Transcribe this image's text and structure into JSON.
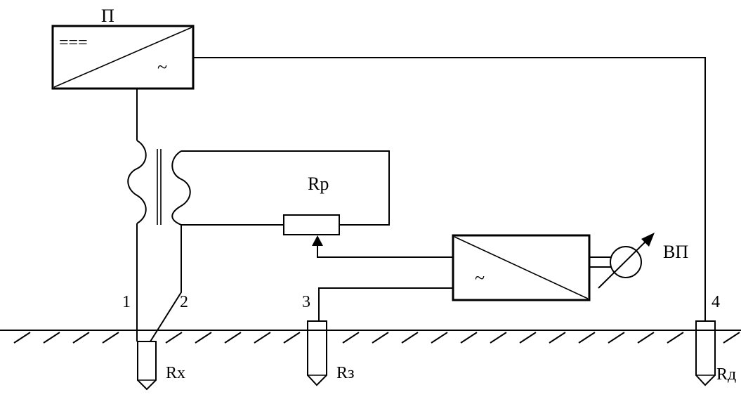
{
  "labels": {
    "converter_top": "П",
    "dc_symbol": "===",
    "ac_symbol_top": "~",
    "resistor": "Rp",
    "converter_right_ac": "~",
    "meter": "ВП",
    "wire1": "1",
    "wire2": "2",
    "wire3": "3",
    "wire4": "4",
    "electrode_x": "Rx",
    "electrode_z": "Rз",
    "electrode_d": "Rд"
  }
}
